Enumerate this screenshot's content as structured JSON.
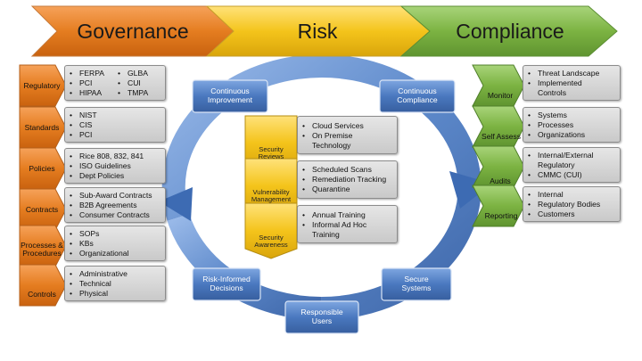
{
  "banner": {
    "governance": "Governance",
    "risk": "Risk",
    "compliance": "Compliance"
  },
  "governance_items": [
    {
      "label": "Regulatory",
      "col1": [
        "FERPA",
        "PCI",
        "HIPAA"
      ],
      "col2": [
        "GLBA",
        "CUI",
        "TMPA"
      ]
    },
    {
      "label": "Standards",
      "bullets": [
        "NIST",
        "CIS",
        "PCI"
      ]
    },
    {
      "label": "Policies",
      "bullets": [
        "Rice 808, 832, 841",
        "ISO Guidelines",
        "Dept Policies"
      ]
    },
    {
      "label": "Contracts",
      "bullets": [
        "Sub-Award Contracts",
        "B2B Agreements",
        "Consumer Contracts"
      ]
    },
    {
      "label": "Processes & Procedures",
      "bullets": [
        "SOPs",
        "KBs",
        "Organizational"
      ]
    },
    {
      "label": "Controls",
      "bullets": [
        "Administrative",
        "Technical",
        "Physical"
      ]
    }
  ],
  "risk_items": [
    {
      "label": "Security Reviews",
      "bullets": [
        "Cloud Services",
        "On Premise Technology"
      ]
    },
    {
      "label": "Vulnerability Management",
      "bullets": [
        "Scheduled Scans",
        "Remediation Tracking",
        "Quarantine"
      ]
    },
    {
      "label": "Security Awareness",
      "bullets": [
        "Annual Training",
        "Informal Ad Hoc Training"
      ]
    }
  ],
  "compliance_items": [
    {
      "label": "Monitor",
      "bullets": [
        "Threat Landscape",
        "Implemented Controls"
      ]
    },
    {
      "label": "Self Assess",
      "bullets": [
        "Systems",
        "Processes",
        "Organizations"
      ]
    },
    {
      "label": "Audits",
      "bullets": [
        "Internal/External Regulatory",
        "CMMC (CUI)"
      ]
    },
    {
      "label": "Reporting",
      "bullets": [
        "Internal",
        "Regulatory Bodies",
        "Customers"
      ]
    }
  ],
  "cycle": {
    "continuous_improvement": "Continuous Improvement",
    "continuous_compliance": "Continuous Compliance",
    "risk_informed_decisions": "Risk-Informed Decisions",
    "secure_systems": "Secure Systems",
    "responsible_users": "Responsible Users"
  },
  "colors": {
    "governance": "#e07a22",
    "risk": "#f2c318",
    "compliance": "#7cb342",
    "cycle": "#4a78bf"
  }
}
